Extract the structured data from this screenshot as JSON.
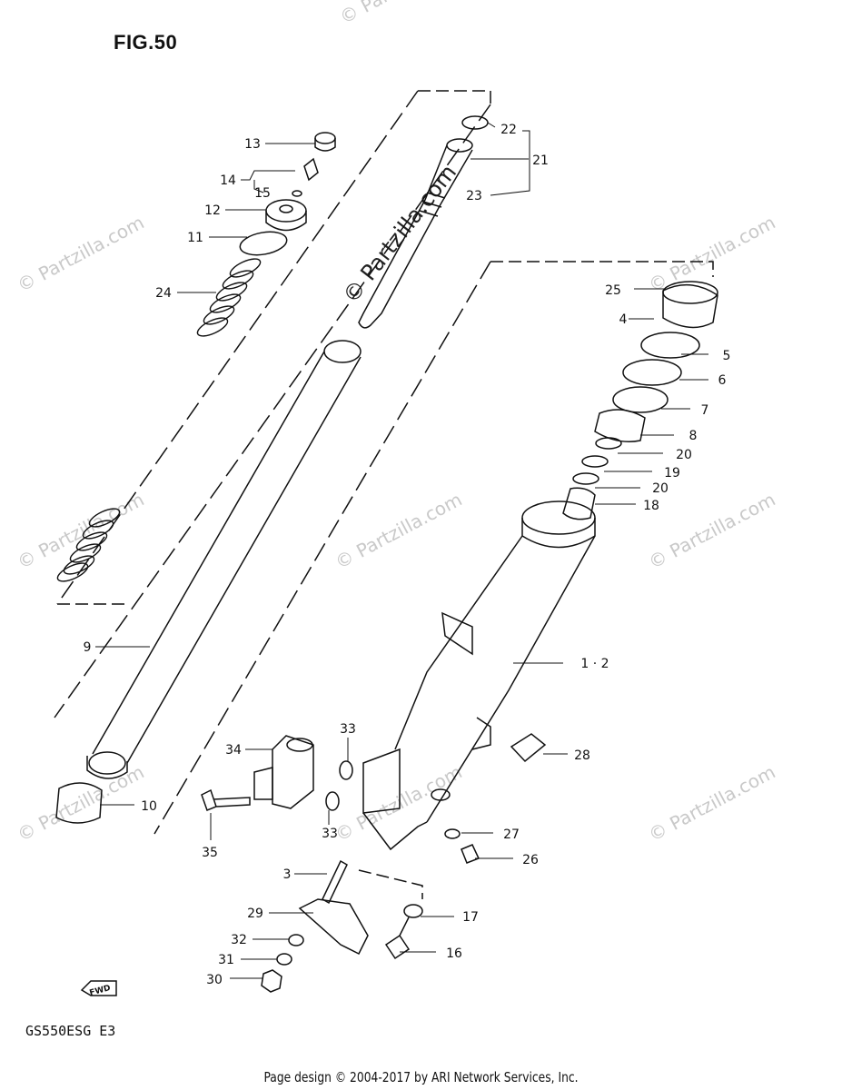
{
  "figure": {
    "title": "FIG.50",
    "model": "GS550ESG  E3"
  },
  "footer": "Page design © 2004-2017 by ARI Network Services, Inc.",
  "watermark": "© Partzilla.com",
  "watermark_center": "© Partzilla.com",
  "fwd_label": "FWD",
  "callouts": [
    {
      "id": "c1",
      "label": "1 · 2"
    },
    {
      "id": "c3",
      "label": "3"
    },
    {
      "id": "c4",
      "label": "4"
    },
    {
      "id": "c5",
      "label": "5"
    },
    {
      "id": "c6",
      "label": "6"
    },
    {
      "id": "c7",
      "label": "7"
    },
    {
      "id": "c8",
      "label": "8"
    },
    {
      "id": "c9",
      "label": "9"
    },
    {
      "id": "c10",
      "label": "10"
    },
    {
      "id": "c11",
      "label": "11"
    },
    {
      "id": "c12",
      "label": "12"
    },
    {
      "id": "c13",
      "label": "13"
    },
    {
      "id": "c14",
      "label": "14"
    },
    {
      "id": "c15",
      "label": "15"
    },
    {
      "id": "c16",
      "label": "16"
    },
    {
      "id": "c17",
      "label": "17"
    },
    {
      "id": "c18",
      "label": "18"
    },
    {
      "id": "c19",
      "label": "19"
    },
    {
      "id": "c20a",
      "label": "20"
    },
    {
      "id": "c20b",
      "label": "20"
    },
    {
      "id": "c21",
      "label": "21"
    },
    {
      "id": "c22",
      "label": "22"
    },
    {
      "id": "c23",
      "label": "23"
    },
    {
      "id": "c24",
      "label": "24"
    },
    {
      "id": "c25",
      "label": "25"
    },
    {
      "id": "c26",
      "label": "26"
    },
    {
      "id": "c27",
      "label": "27"
    },
    {
      "id": "c28",
      "label": "28"
    },
    {
      "id": "c29",
      "label": "29"
    },
    {
      "id": "c30",
      "label": "30"
    },
    {
      "id": "c31",
      "label": "31"
    },
    {
      "id": "c32",
      "label": "32"
    },
    {
      "id": "c33a",
      "label": "33"
    },
    {
      "id": "c33b",
      "label": "33"
    },
    {
      "id": "c34",
      "label": "34"
    },
    {
      "id": "c35",
      "label": "35"
    }
  ]
}
